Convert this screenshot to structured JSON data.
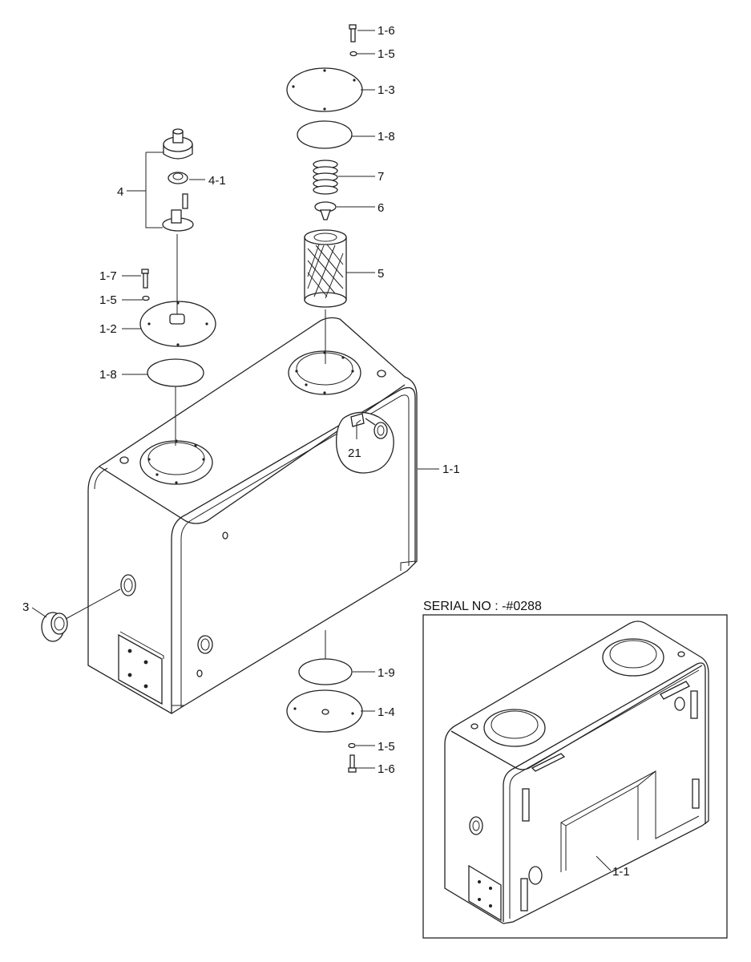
{
  "diagram": {
    "labels": {
      "l_1_6_top": "1-6",
      "l_1_5_top": "1-5",
      "l_1_3": "1-3",
      "l_1_8_top": "1-8",
      "l_7": "7",
      "l_6": "6",
      "l_5": "5",
      "l_4": "4",
      "l_4_1": "4-1",
      "l_1_7": "1-7",
      "l_1_5_mid": "1-5",
      "l_1_2": "1-2",
      "l_1_8_left": "1-8",
      "l_21": "21",
      "l_1_1": "1-1",
      "l_3": "3",
      "l_1_9": "1-9",
      "l_1_4": "1-4",
      "l_1_5_bot": "1-5",
      "l_1_6_bot": "1-6",
      "l_1_1_inset": "1-1"
    },
    "inset": {
      "title": "SERIAL NO : -#0288"
    }
  }
}
